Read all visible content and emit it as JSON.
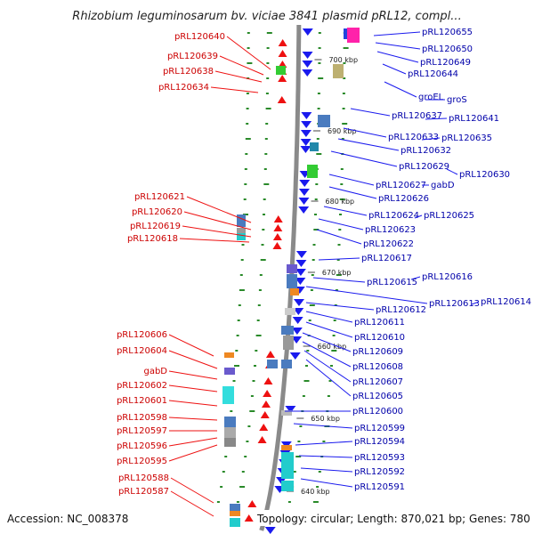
{
  "title": "Rhizobium leguminosarum bv. viciae 3841 plasmid pRL12, compl...",
  "footer": {
    "accession": "Accession: NC_008378",
    "summary": "Topology: circular; Length: 870,021 bp; Genes: 780"
  },
  "colors": {
    "backbone": "#8a8a8a",
    "forward_strand": "#1a1aee",
    "reverse_strand": "#ee1111",
    "label_forward": "#0000aa",
    "label_reverse": "#cc0000",
    "gc_marks": "#2a8a2a"
  },
  "ticks": [
    "700 kbp",
    "690 kbp",
    "680 kbp",
    "670 kbp",
    "660 kbp",
    "650 kbp",
    "640 kbp"
  ],
  "left_labels": [
    "pRL120640",
    "pRL120639",
    "pRL120638",
    "pRL120634",
    "pRL120621",
    "pRL120620",
    "pRL120619",
    "pRL120618",
    "pRL120606",
    "pRL120604",
    "gabD",
    "pRL120602",
    "pRL120601",
    "pRL120598",
    "pRL120597",
    "pRL120596",
    "pRL120595",
    "pRL120588",
    "pRL120587"
  ],
  "right_labels": [
    "pRL120655",
    "pRL120650",
    "pRL120649",
    "pRL120644",
    "groEL",
    "groS",
    "pRL120637",
    "pRL120641",
    "pRL120633",
    "pRL120635",
    "pRL120632",
    "pRL120629",
    "pRL120630",
    "pRL120627",
    "gabD",
    "pRL120626",
    "pRL120624",
    "pRL120625",
    "pRL120623",
    "pRL120622",
    "pRL120617",
    "pRL120616",
    "pRL120615",
    "pRL120613",
    "pRL120614",
    "pRL120612",
    "pRL120611",
    "pRL120610",
    "pRL120609",
    "pRL120608",
    "pRL120607",
    "pRL120605",
    "pRL120600",
    "pRL120599",
    "pRL120594",
    "pRL120593",
    "pRL120592",
    "pRL120591"
  ]
}
